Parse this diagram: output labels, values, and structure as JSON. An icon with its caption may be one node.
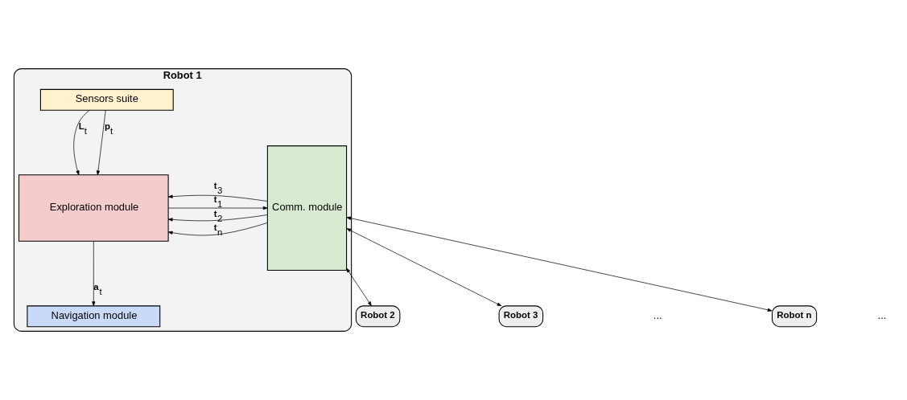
{
  "diagram": {
    "nodes": [
      {
        "text": [
          "Robot 1"
        ]
      },
      {
        "text": [
          "Sensors suite"
        ],
        "in": 0
      },
      {
        "text": [
          "Exploration module"
        ],
        "in": 0
      },
      {
        "text": [
          "Navigation module"
        ],
        "in": 0
      },
      {
        "text": [
          "Comm. module"
        ],
        "in": 0
      },
      {
        "text": [
          "Robot 2"
        ]
      },
      {
        "text": [
          "Robot 3"
        ]
      },
      {
        "text": [
          "Robot n"
        ]
      }
    ],
    "edges": [
      {
        "from": 1,
        "to": 2,
        "arrow": "to",
        "label": "**L**$_{t}$"
      },
      {
        "from": 1,
        "to": 2,
        "arrow": "to",
        "label": "**p**$_{t}$"
      },
      {
        "from": 2,
        "to": 4,
        "arrow": "to",
        "label": "**t**$_{1}$"
      },
      {
        "from": 4,
        "to": 2,
        "arrow": "to",
        "label": "**t**$_{2}$"
      },
      {
        "from": 4,
        "to": 2,
        "arrow": "to",
        "label": "**t**$_{3}$"
      },
      {
        "from": 4,
        "to": 2,
        "arrow": "to",
        "label": "**t**$_{n}$"
      },
      {
        "from": 2,
        "to": 3,
        "arrow": "to",
        "label": "**a**$_{t}$"
      },
      {
        "from": 4,
        "to": 5,
        "arrow": "both"
      },
      {
        "from": 4,
        "to": 6,
        "arrow": "both"
      },
      {
        "from": 4,
        "to": 7,
        "arrow": "both"
      }
    ],
    "labels": [
      "...",
      "..."
    ]
  }
}
